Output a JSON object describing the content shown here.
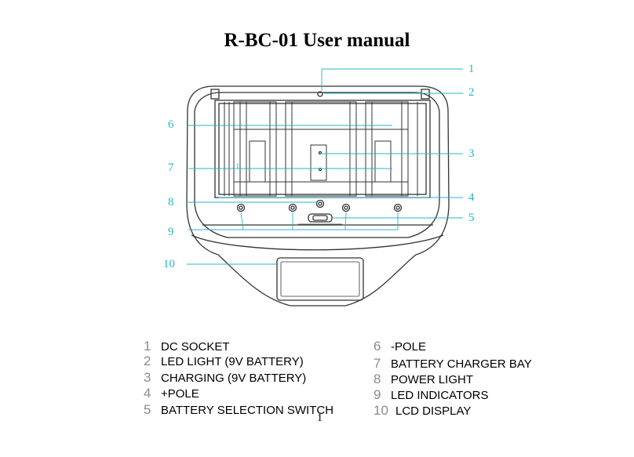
{
  "title": "R-BC-01 User manual",
  "callouts": [
    "1",
    "2",
    "3",
    "4",
    "5",
    "6",
    "7",
    "8",
    "9",
    "10"
  ],
  "legend": [
    {
      "num": "1",
      "label": "DC SOCKET"
    },
    {
      "num": "2",
      "label": "LED LIGHT (9V BATTERY)"
    },
    {
      "num": "3",
      "label": "CHARGING (9V BATTERY)"
    },
    {
      "num": "4",
      "label": "+POLE"
    },
    {
      "num": "5",
      "label": "BATTERY SELECTION SWITCH"
    },
    {
      "num": "6",
      "label": "-POLE"
    },
    {
      "num": "7",
      "label": "BATTERY CHARGER BAY"
    },
    {
      "num": "8",
      "label": "POWER LIGHT"
    },
    {
      "num": "9",
      "label": "LED INDICATORS"
    },
    {
      "num": "10",
      "label": "LCD DISPLAY"
    }
  ],
  "page_number": "1",
  "colors": {
    "callout": "#29b4c4",
    "line": "#333333"
  }
}
